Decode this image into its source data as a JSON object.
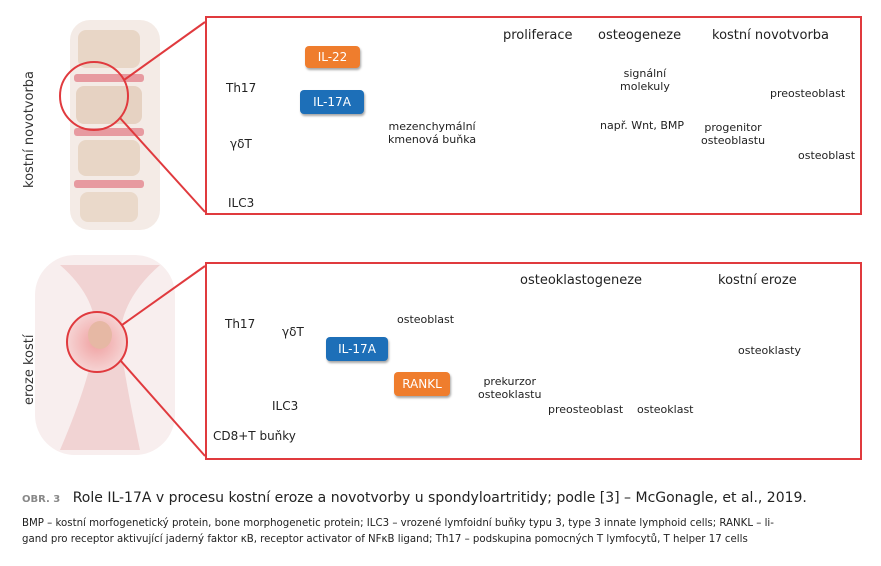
{
  "colors": {
    "frame": "#e03a3e",
    "il17a": "#1d6fb8",
    "il22": "#ef7d2d",
    "rankl": "#ef7d2d",
    "cell_pink": "#e58a8a",
    "bone": "#cbb58a"
  },
  "top": {
    "side_label": "kostní novotvorba",
    "cells": {
      "th17": "Th17",
      "gdt": "γδT",
      "ilc3": "ILC3"
    },
    "il22": "IL-22",
    "il17a": "IL-17A",
    "msc": "mezenchymální\nkmenová buňka",
    "headers": {
      "prolif": "proliferace",
      "osteo": "osteogeneze",
      "novo": "kostní novotvorba"
    },
    "signal": "signální\nmolekuly",
    "signal_eg": "např. Wnt, BMP",
    "preosteoblast": "preosteoblast",
    "progenitor": "progenitor\nosteoblastu",
    "osteoblast": "osteoblast"
  },
  "bottom": {
    "side_label": "eroze kostí",
    "cells": {
      "th17": "Th17",
      "gdt": "γδT",
      "ilc3": "ILC3",
      "cd8": "CD8+T buňky"
    },
    "il17a": "IL-17A",
    "osteoblast": "osteoblast",
    "rankl": "RANKL",
    "prekurzor": "prekurzor\nosteoklastu",
    "preosteoblast": "preosteoblast",
    "osteoklast": "osteoklast",
    "osteoklasty": "osteoklasty",
    "headers": {
      "genesis": "osteoklastogeneze",
      "eroze": "kostní eroze"
    }
  },
  "caption": {
    "label": "OBR. 3",
    "title": "Role IL-17A v procesu kostní eroze a novotvorby u spondyloartritidy; podle [3] – McGonagle, et al., 2019.",
    "abbr_line1": "BMP – kostní morfogenetický protein, bone morphogenetic protein; ILC3 – vrozené lymfoidní buňky typu 3, type 3 innate lymphoid cells; RANKL – li-",
    "abbr_line2": "gand pro receptor aktivující jaderný faktor κB, receptor activator of NFκB ligand; Th17 – podskupina pomocných T lymfocytů, T helper 17 cells"
  }
}
